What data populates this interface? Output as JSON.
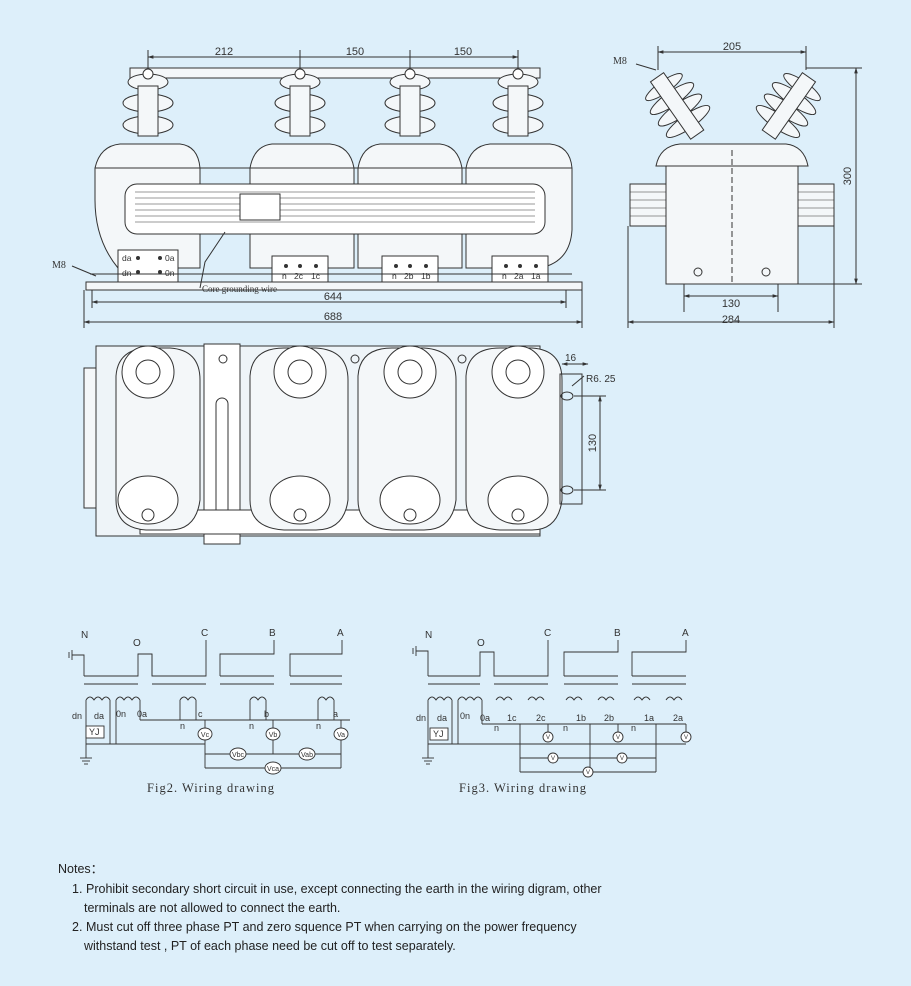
{
  "front_view": {
    "dims_top": [
      "212",
      "150",
      "150"
    ],
    "dim_644": "644",
    "dim_688": "688",
    "m8_label": "M8",
    "core_grounding_label": "Core grounding wire",
    "box_n": {
      "tl": "da",
      "tr": "0a",
      "bl": "dn",
      "br": "0n"
    },
    "box_c": [
      "n",
      "2c",
      "1c"
    ],
    "box_b": [
      "n",
      "2b",
      "1b"
    ],
    "box_a": [
      "n",
      "2a",
      "1a"
    ]
  },
  "side_view": {
    "m8_label": "M8",
    "dim_205": "205",
    "dim_300": "300",
    "dim_130": "130",
    "dim_284": "284"
  },
  "top_view": {
    "dim_16": "16",
    "dim_r": "R6. 25",
    "dim_130": "130"
  },
  "fig2": {
    "caption": "Fig2.  Wiring  drawing",
    "top_labels": [
      "N",
      "O",
      "C",
      "B",
      "A"
    ],
    "sec_labels": [
      "dn",
      "da",
      "0n",
      "0a",
      "c",
      "b",
      "a"
    ],
    "n_labels": [
      "n",
      "n",
      "n"
    ],
    "yj": "YJ",
    "meters": [
      "Vc",
      "Vb",
      "Va",
      "Vbc",
      "Vab",
      "Vca"
    ]
  },
  "fig3": {
    "caption": "Fig3.  Wiring  drawing",
    "top_labels": [
      "N",
      "O",
      "C",
      "B",
      "A"
    ],
    "sec_labels": [
      "dn",
      "da",
      "0n",
      "0a",
      "1c",
      "2c",
      "1b",
      "2b",
      "1a",
      "2a"
    ],
    "n_labels": [
      "n",
      "n",
      "n"
    ],
    "yj": "YJ",
    "meter_v": "V"
  },
  "notes": {
    "title": "Notes：",
    "items": [
      {
        "num": "1.",
        "text": "Prohibit secondary short circuit in use, except connecting the earth in the wiring digram, other terminals are not allowed to connect the earth."
      },
      {
        "num": "2.",
        "text": "Must cut off three phase PT and zero squence PT when carrying on the power frequency withstand test , PT of each phase need be cut off to test separately."
      }
    ]
  }
}
